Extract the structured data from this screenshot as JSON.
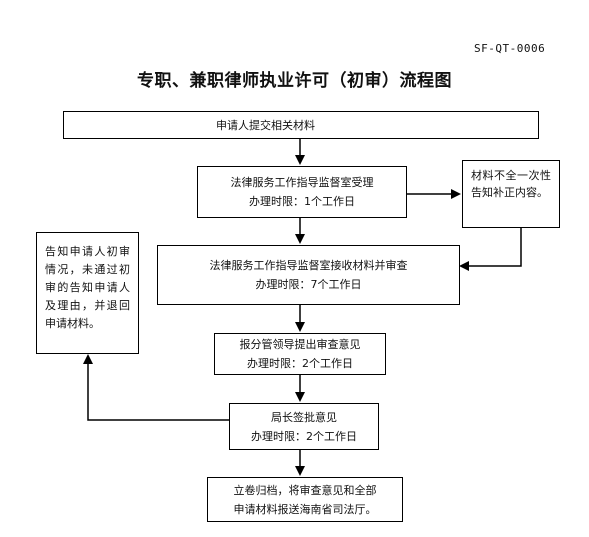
{
  "header": {
    "doc_code": "SF-QT-0006",
    "title": "专职、兼职律师执业许可（初审）流程图"
  },
  "steps": [
    {
      "id": "apply",
      "lines": [
        "申请人提交相关材料"
      ]
    },
    {
      "id": "accept",
      "lines": [
        "法律服务工作指导监督室受理",
        "办理时限：1个工作日"
      ]
    },
    {
      "id": "review",
      "lines": [
        "法律服务工作指导监督室接收材料并审查",
        "办理时限：7个工作日"
      ]
    },
    {
      "id": "leader",
      "lines": [
        "报分管领导提出审查意见",
        "办理时限：2个工作日"
      ]
    },
    {
      "id": "director",
      "lines": [
        "局长签批意见",
        "办理时限：2个工作日"
      ]
    },
    {
      "id": "archive",
      "lines": [
        "立卷归档，将审查意见和全部",
        "申请材料报送海南省司法厅。"
      ]
    }
  ],
  "notes": {
    "incomplete": "材料不全一次性告知补正内容。",
    "rejected": "告知申请人初审情况，未通过初审的告知申请人及理由，并退回申请材料。"
  }
}
